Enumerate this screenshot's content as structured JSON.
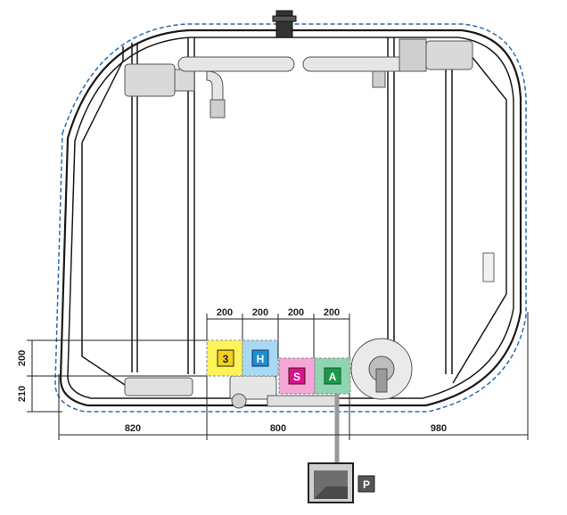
{
  "dimensions": {
    "top": [
      "200",
      "200",
      "200",
      "200"
    ],
    "left": [
      "200",
      "210"
    ],
    "bottom": [
      "820",
      "800",
      "980"
    ]
  },
  "zones": [
    {
      "letter": "3",
      "fill": "#fff35a",
      "box": "#f2d21c",
      "text": "#1a1a1a"
    },
    {
      "letter": "H",
      "fill": "#a8d8f2",
      "box": "#1a8fd6",
      "text": "#ffffff"
    },
    {
      "letter": "S",
      "fill": "#f4a6d6",
      "box": "#d6138f",
      "text": "#ffffff"
    },
    {
      "letter": "A",
      "fill": "#8fd6b0",
      "box": "#1a9a4a",
      "text": "#ffffff"
    }
  ],
  "outlet": {
    "letter": "P"
  },
  "colors": {
    "outline": "#1a1a1a",
    "dashed": "#2a6db0",
    "component": "#9a9a9a"
  }
}
